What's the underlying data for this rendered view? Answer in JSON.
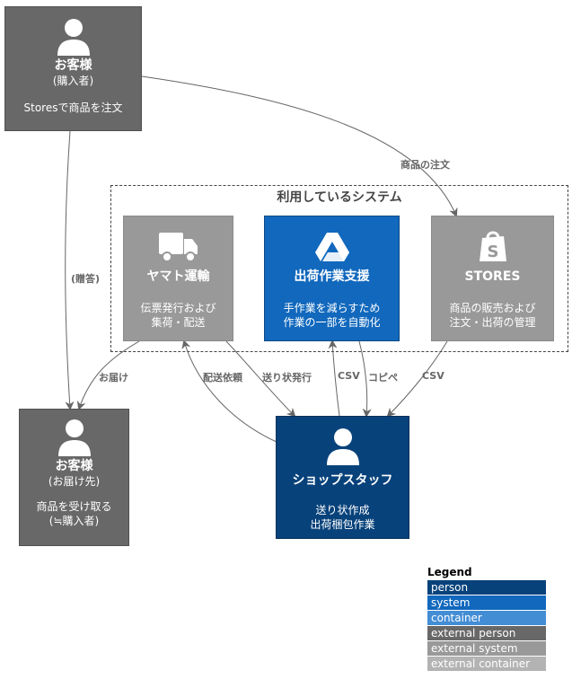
{
  "customer_buyer": {
    "title": "お客様",
    "subtitle": "(購入者)",
    "desc": "Storesで商品を注文"
  },
  "customer_recipient": {
    "title": "お客様",
    "subtitle": "(お届け先)",
    "desc_line1": "商品を受け取る",
    "desc_line2": "(≒購入者)"
  },
  "boundary": {
    "label": "利用しているシステム"
  },
  "yamato": {
    "title": "ヤマト運輸",
    "desc_line1": "伝票発行および",
    "desc_line2": "集荷・配送"
  },
  "shipping_support": {
    "title": "出荷作業支援",
    "desc_line1": "手作業を減らすため",
    "desc_line2": "作業の一部を自動化"
  },
  "stores": {
    "title": "STORES",
    "desc_line1": "商品の販売および",
    "desc_line2": "注文・出荷の管理"
  },
  "shop_staff": {
    "title": "ショップスタッフ",
    "desc_line1": "送り状作成",
    "desc_line2": "出荷梱包作業"
  },
  "edges": {
    "order": "商品の注文",
    "gift": "(贈答)",
    "deliver": "お届け",
    "delivery_request": "配送依頼",
    "issue_invoice": "送り状発行",
    "csv1": "CSV",
    "copy_paste": "コピペ",
    "csv2": "CSV"
  },
  "legend": {
    "title": "Legend",
    "items": [
      {
        "label": "person",
        "color": "#08427b"
      },
      {
        "label": "system",
        "color": "#1168bd"
      },
      {
        "label": "container",
        "color": "#438dd5"
      },
      {
        "label": "external person",
        "color": "#686868"
      },
      {
        "label": "external system",
        "color": "#999999"
      },
      {
        "label": "external container",
        "color": "#b3b3b3"
      }
    ]
  }
}
